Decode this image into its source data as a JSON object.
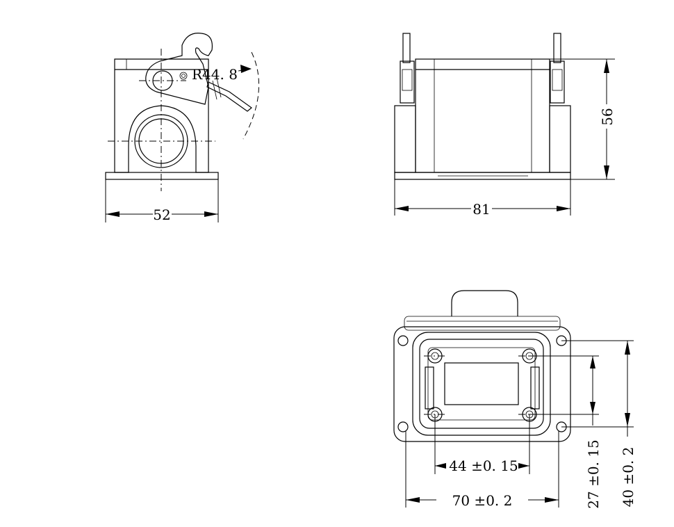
{
  "dimensions": {
    "side_width": "52",
    "front_width": "81",
    "front_height": "56",
    "radius": "R44. 8",
    "inner_width": "44  ±0. 15",
    "outer_width": "70  ±0. 2",
    "inner_height": "27  ±0. 15",
    "outer_height": "40  ±0. 2"
  }
}
